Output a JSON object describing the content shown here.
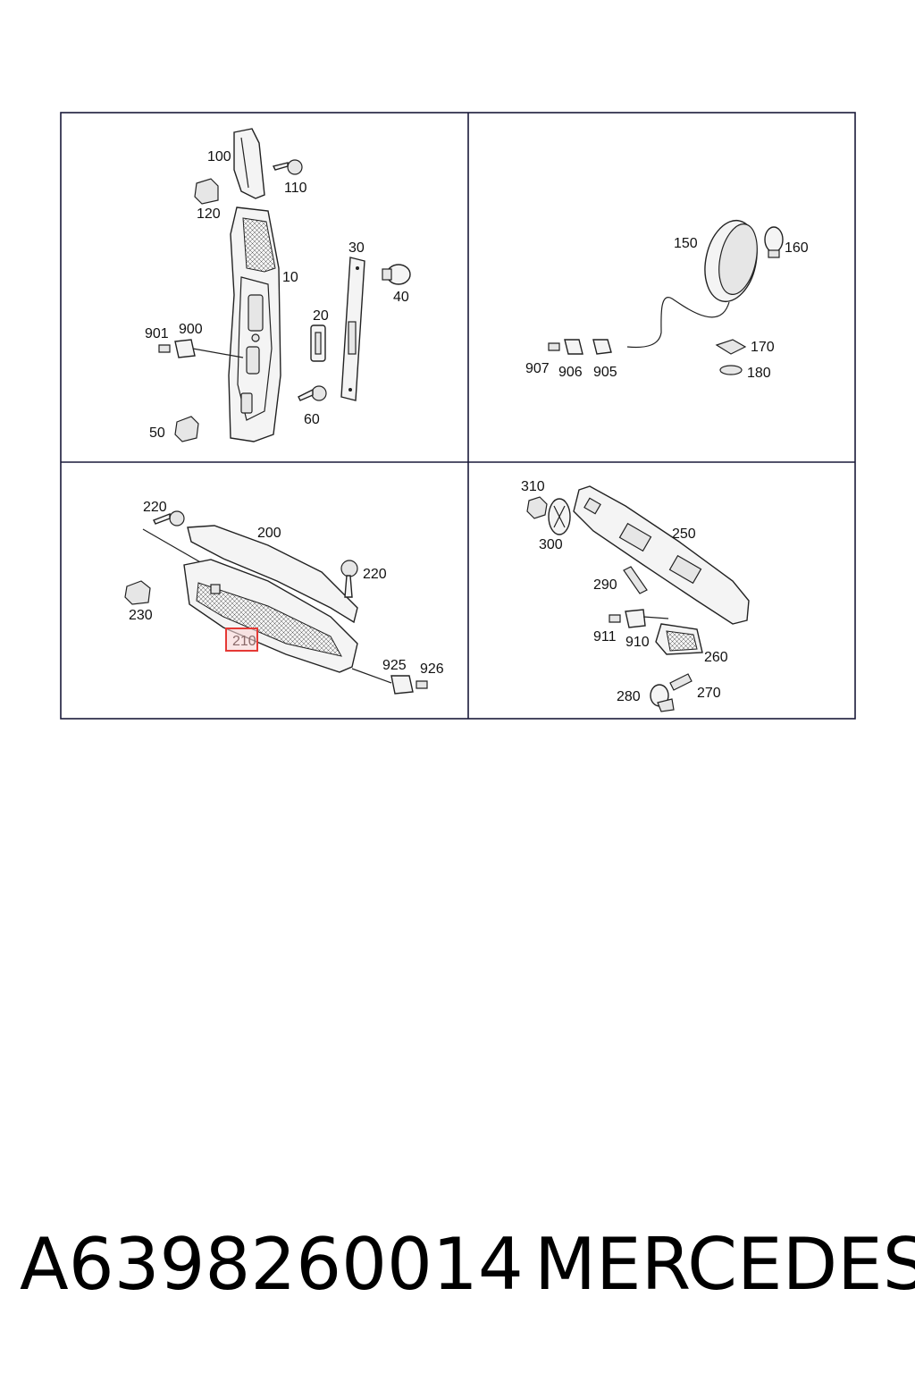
{
  "labels": {
    "p10": "10",
    "p20": "20",
    "p30": "30",
    "p40": "40",
    "p50": "50",
    "p60": "60",
    "p100": "100",
    "p110": "110",
    "p120": "120",
    "p900": "900",
    "p901": "901",
    "p150": "150",
    "p160": "160",
    "p170": "170",
    "p180": "180",
    "p905": "905",
    "p906": "906",
    "p907": "907",
    "p200": "200",
    "p210": "210",
    "p220a": "220",
    "p220b": "220",
    "p230": "230",
    "p925": "925",
    "p926": "926",
    "p250": "250",
    "p260": "260",
    "p270": "270",
    "p280": "280",
    "p290": "290",
    "p300": "300",
    "p310": "310",
    "p910": "910",
    "p911": "911"
  },
  "highlight": {
    "part": "210",
    "color": "#e53935"
  },
  "footer": {
    "part_number": "A6398260014",
    "brand": "MERCEDES"
  }
}
